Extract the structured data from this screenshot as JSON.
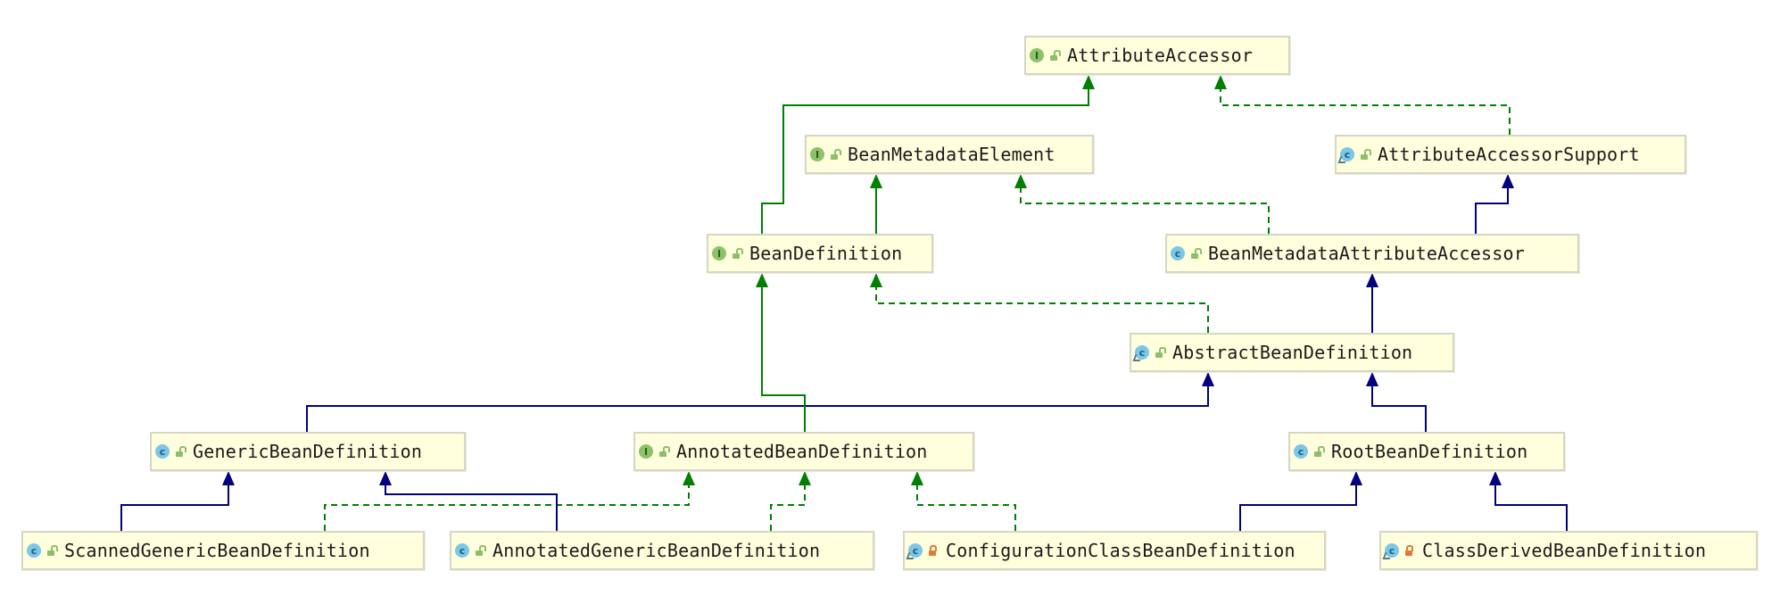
{
  "diagram": {
    "nodes": [
      {
        "id": "attributeAccessor",
        "label": "AttributeAccessor",
        "kind": "interface",
        "icon": "interface-icon",
        "visibility": "public"
      },
      {
        "id": "beanMetadataElement",
        "label": "BeanMetadataElement",
        "kind": "interface",
        "icon": "interface-icon",
        "visibility": "public"
      },
      {
        "id": "attributeAccessorSupport",
        "label": "AttributeAccessorSupport",
        "kind": "abstract-class",
        "icon": "class-icon",
        "visibility": "public"
      },
      {
        "id": "beanDefinition",
        "label": "BeanDefinition",
        "kind": "interface",
        "icon": "interface-icon",
        "visibility": "public"
      },
      {
        "id": "beanMetadataAttributeAccessor",
        "label": "BeanMetadataAttributeAccessor",
        "kind": "class",
        "icon": "class-icon",
        "visibility": "public"
      },
      {
        "id": "abstractBeanDefinition",
        "label": "AbstractBeanDefinition",
        "kind": "abstract-class",
        "icon": "class-icon",
        "visibility": "public"
      },
      {
        "id": "genericBeanDefinition",
        "label": "GenericBeanDefinition",
        "kind": "class",
        "icon": "class-icon",
        "visibility": "public"
      },
      {
        "id": "annotatedBeanDefinition",
        "label": "AnnotatedBeanDefinition",
        "kind": "interface",
        "icon": "interface-icon",
        "visibility": "public"
      },
      {
        "id": "rootBeanDefinition",
        "label": "RootBeanDefinition",
        "kind": "class",
        "icon": "class-icon",
        "visibility": "public"
      },
      {
        "id": "scannedGenericBeanDefinition",
        "label": "ScannedGenericBeanDefinition",
        "kind": "class",
        "icon": "class-icon",
        "visibility": "public"
      },
      {
        "id": "annotatedGenericBeanDefinition",
        "label": "AnnotatedGenericBeanDefinition",
        "kind": "class",
        "icon": "class-icon",
        "visibility": "public"
      },
      {
        "id": "configurationClassBeanDefinition",
        "label": "ConfigurationClassBeanDefinition",
        "kind": "class",
        "icon": "class-icon",
        "visibility": "private"
      },
      {
        "id": "classDerivedBeanDefinition",
        "label": "ClassDerivedBeanDefinition",
        "kind": "class",
        "icon": "class-icon",
        "visibility": "private"
      }
    ],
    "edges": [
      {
        "from": "beanDefinition",
        "to": "attributeAccessor",
        "type": "interface-extends"
      },
      {
        "from": "attributeAccessorSupport",
        "to": "attributeAccessor",
        "type": "implements"
      },
      {
        "from": "beanDefinition",
        "to": "beanMetadataElement",
        "type": "interface-extends"
      },
      {
        "from": "beanMetadataAttributeAccessor",
        "to": "beanMetadataElement",
        "type": "implements"
      },
      {
        "from": "beanMetadataAttributeAccessor",
        "to": "attributeAccessorSupport",
        "type": "extends"
      },
      {
        "from": "abstractBeanDefinition",
        "to": "beanDefinition",
        "type": "implements"
      },
      {
        "from": "abstractBeanDefinition",
        "to": "beanMetadataAttributeAccessor",
        "type": "extends"
      },
      {
        "from": "genericBeanDefinition",
        "to": "abstractBeanDefinition",
        "type": "extends"
      },
      {
        "from": "annotatedBeanDefinition",
        "to": "beanDefinition",
        "type": "interface-extends"
      },
      {
        "from": "rootBeanDefinition",
        "to": "abstractBeanDefinition",
        "type": "extends"
      },
      {
        "from": "scannedGenericBeanDefinition",
        "to": "genericBeanDefinition",
        "type": "extends"
      },
      {
        "from": "scannedGenericBeanDefinition",
        "to": "annotatedBeanDefinition",
        "type": "implements"
      },
      {
        "from": "annotatedGenericBeanDefinition",
        "to": "genericBeanDefinition",
        "type": "extends"
      },
      {
        "from": "annotatedGenericBeanDefinition",
        "to": "annotatedBeanDefinition",
        "type": "implements"
      },
      {
        "from": "configurationClassBeanDefinition",
        "to": "annotatedBeanDefinition",
        "type": "implements"
      },
      {
        "from": "configurationClassBeanDefinition",
        "to": "rootBeanDefinition",
        "type": "extends"
      },
      {
        "from": "classDerivedBeanDefinition",
        "to": "rootBeanDefinition",
        "type": "extends"
      }
    ]
  },
  "colors": {
    "extends": "#00007f",
    "interface-extends": "#007f00",
    "implements": "#007f00",
    "node_fill": "#ffffdd",
    "node_border": "#d6d6c6"
  }
}
